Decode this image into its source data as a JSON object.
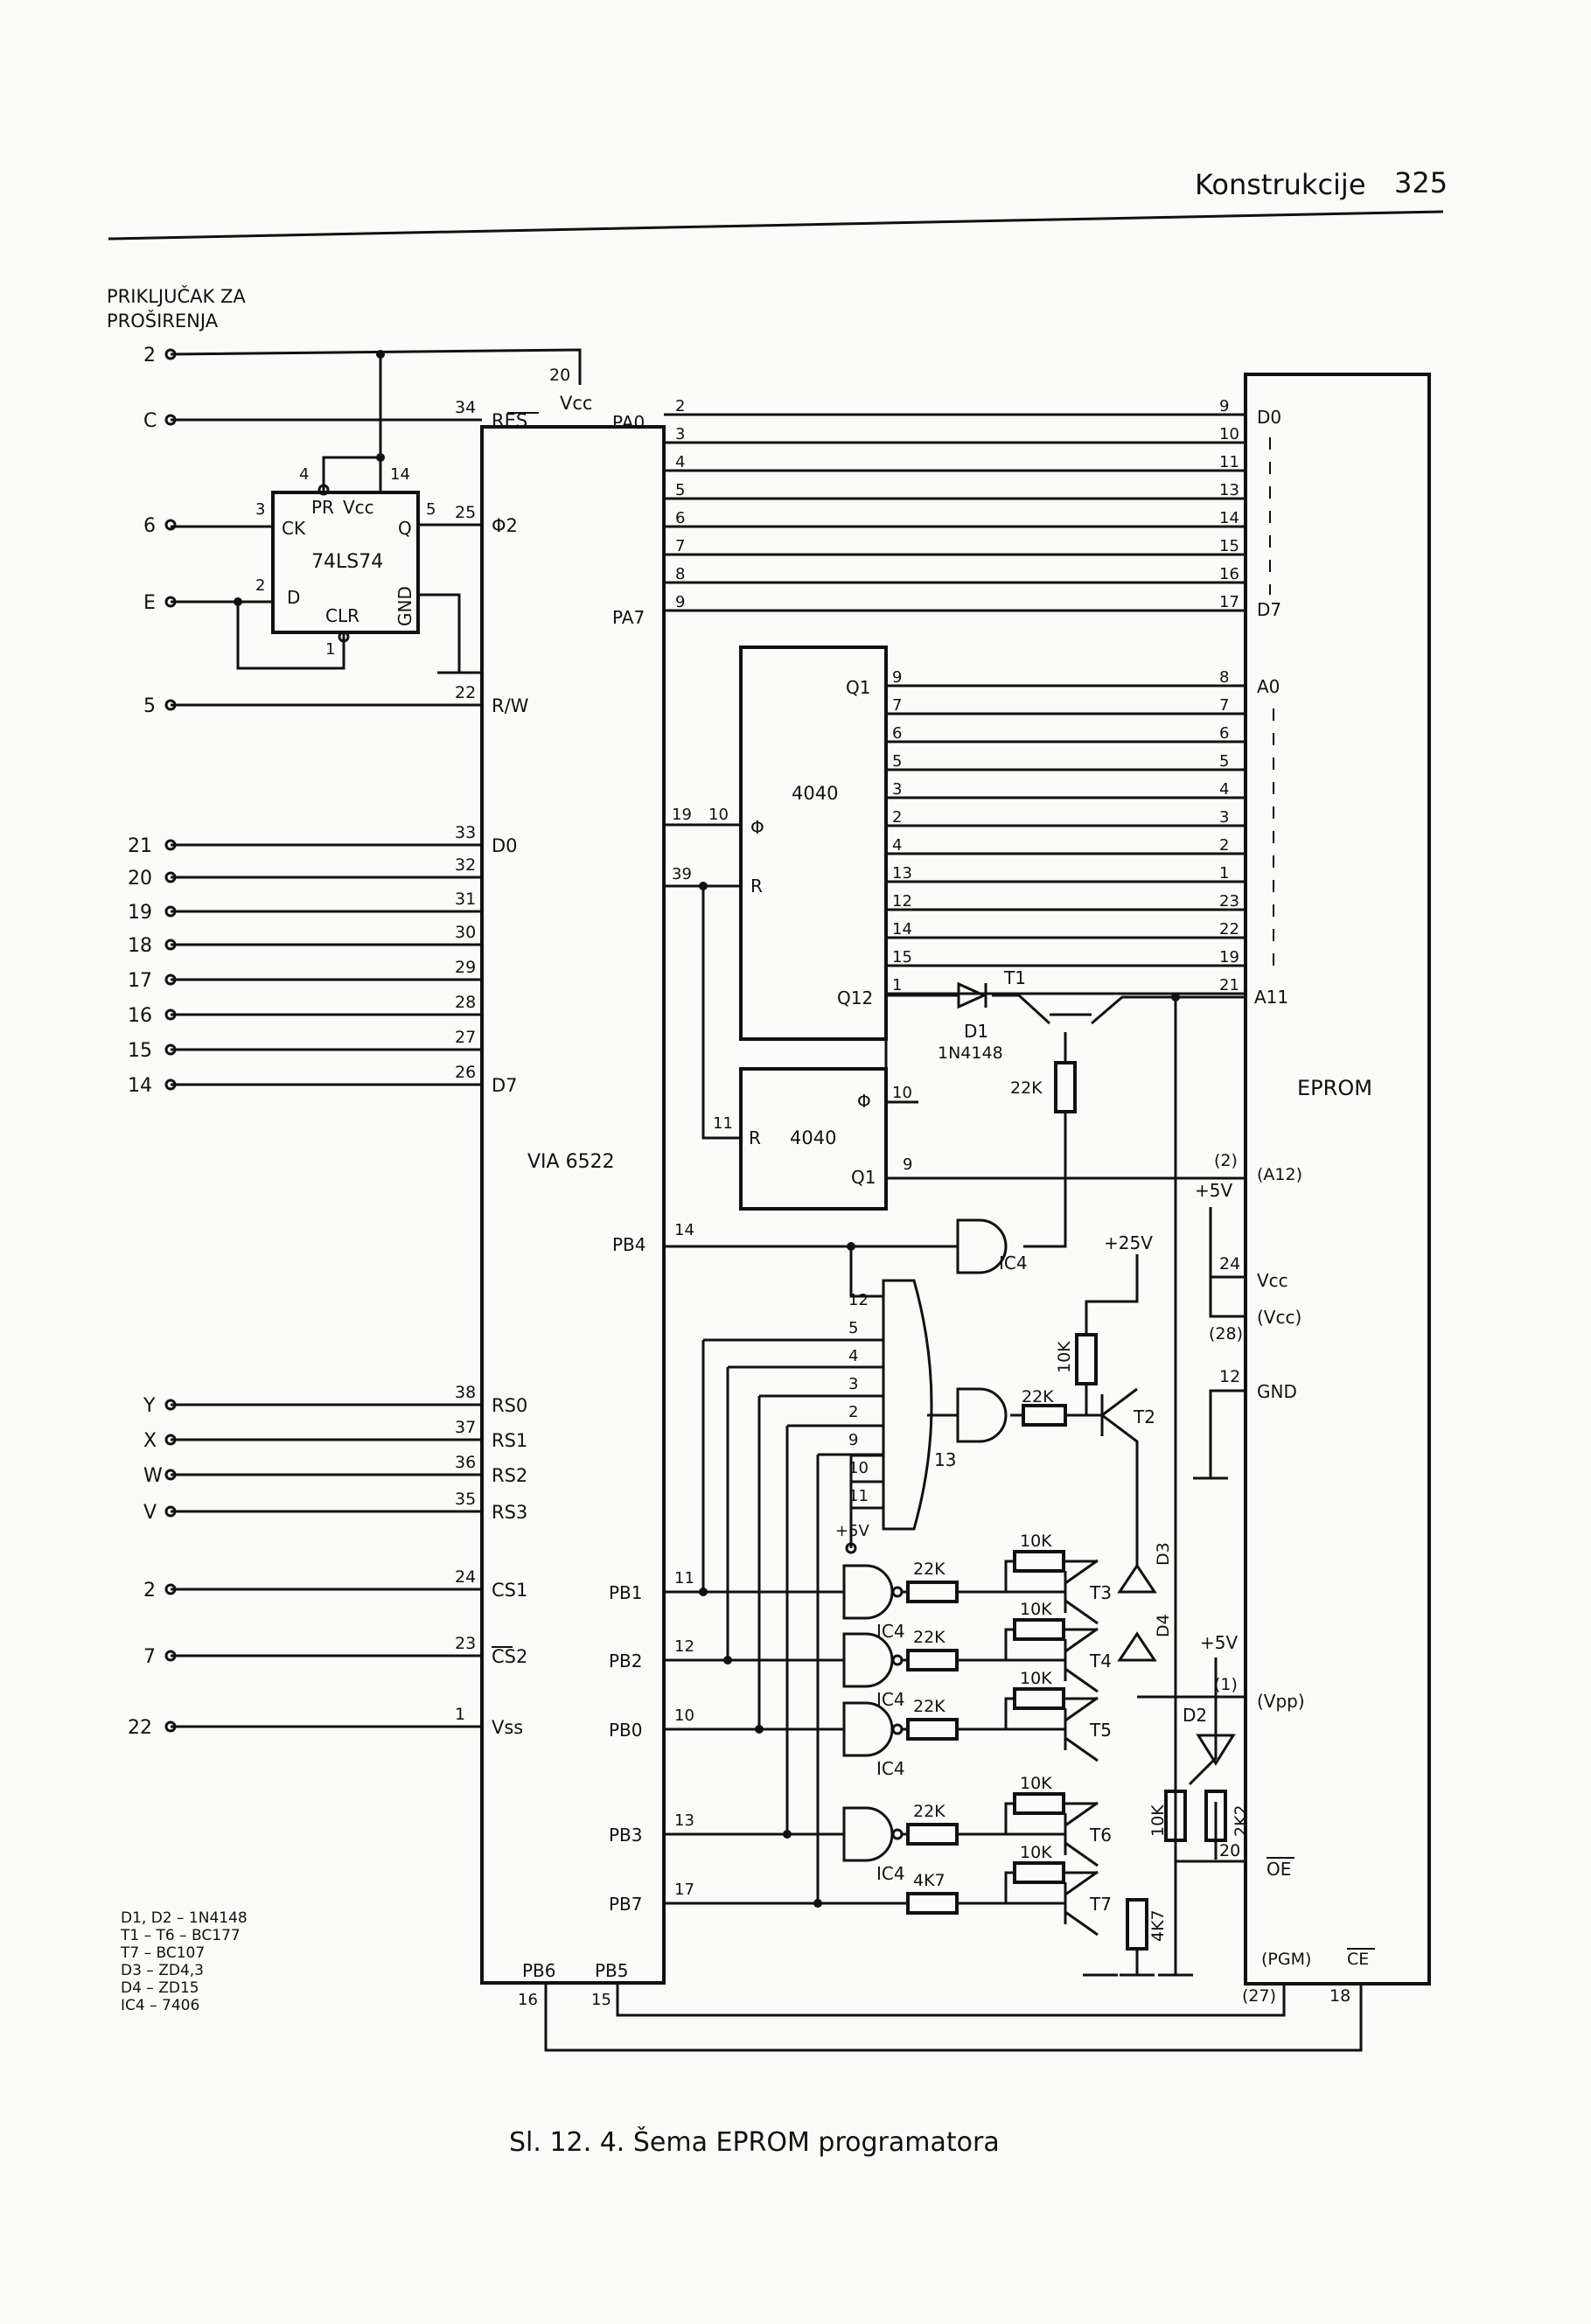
{
  "header": {
    "section": "Konstrukcije",
    "page_number": "325"
  },
  "caption": "Sl. 12. 4. Šema EPROM programatora",
  "diagram": {
    "connector_title": [
      "PRIKLJUČAK ZA",
      "PROŠIRENJA"
    ],
    "via": {
      "name": "VIA 6522",
      "left_pins": [
        {
          "ext": "2",
          "num": "20",
          "label": "Vcc"
        },
        {
          "ext": "C",
          "num": "34",
          "label": "RES"
        },
        {
          "ext": "6",
          "num": "25",
          "label": "Φ2"
        },
        {
          "ext": "E",
          "num": "",
          "label": ""
        },
        {
          "ext": "5",
          "num": "22",
          "label": "R/W"
        },
        {
          "ext": "21",
          "num": "33",
          "label": "D0"
        },
        {
          "ext": "20",
          "num": "32",
          "label": ""
        },
        {
          "ext": "19",
          "num": "31",
          "label": ""
        },
        {
          "ext": "18",
          "num": "30",
          "label": ""
        },
        {
          "ext": "17",
          "num": "29",
          "label": ""
        },
        {
          "ext": "16",
          "num": "28",
          "label": ""
        },
        {
          "ext": "15",
          "num": "27",
          "label": ""
        },
        {
          "ext": "14",
          "num": "26",
          "label": "D7"
        },
        {
          "ext": "Y",
          "num": "38",
          "label": "RS0"
        },
        {
          "ext": "X",
          "num": "37",
          "label": "RS1"
        },
        {
          "ext": "W",
          "num": "36",
          "label": "RS2"
        },
        {
          "ext": "V",
          "num": "35",
          "label": "RS3"
        },
        {
          "ext": "2",
          "num": "24",
          "label": "CS1"
        },
        {
          "ext": "7",
          "num": "23",
          "label": "CS2"
        },
        {
          "ext": "22",
          "num": "1",
          "label": "Vss"
        }
      ],
      "right_labels": [
        "PA0",
        "PA7",
        "PB4",
        "PB1",
        "PB2",
        "PB0",
        "PB3",
        "PB7",
        "PB6",
        "PB5"
      ],
      "pa_pins": [
        "2",
        "3",
        "4",
        "5",
        "6",
        "7",
        "8",
        "9"
      ],
      "pb_pins": {
        "PB4": "14",
        "PB1": "11",
        "PB2": "12",
        "PB0": "10",
        "PB3": "13",
        "PB7": "17",
        "PB6": "16",
        "PB5": "15"
      },
      "counter_pins": [
        "19",
        "10",
        "39"
      ]
    },
    "flipflop": {
      "name": "74LS74",
      "labels": [
        "PR",
        "Vcc",
        "CK",
        "Q",
        "D",
        "CLR",
        "GND"
      ],
      "pins": [
        "4",
        "14",
        "3",
        "5",
        "2",
        "1"
      ]
    },
    "counter1": {
      "name": "4040",
      "inputs": [
        "Φ",
        "R"
      ],
      "outputs_label": [
        "Q1",
        "Q12"
      ],
      "out_pins": [
        "9",
        "7",
        "6",
        "5",
        "3",
        "2",
        "4",
        "13",
        "12",
        "14",
        "15",
        "1"
      ]
    },
    "counter2": {
      "name": "4040",
      "inputs": [
        "Φ",
        "R"
      ],
      "outputs_label": [
        "Q1"
      ],
      "pins": [
        "11",
        "10",
        "9"
      ]
    },
    "eprom": {
      "name": "EPROM",
      "data_pins": [
        "9",
        "10",
        "11",
        "13",
        "14",
        "15",
        "16",
        "17"
      ],
      "data_labels": [
        "D0",
        "D7"
      ],
      "addr_pins": [
        "8",
        "7",
        "6",
        "5",
        "4",
        "3",
        "2",
        "1",
        "23",
        "22",
        "19",
        "21"
      ],
      "addr_labels": [
        "A0",
        "A11"
      ],
      "other": [
        {
          "num": "(2)",
          "label": "(A12)"
        },
        {
          "num": "24",
          "label": "Vcc"
        },
        {
          "num": "(28)",
          "label": "(Vcc)"
        },
        {
          "num": "12",
          "label": "GND"
        },
        {
          "num": "(1)",
          "label": "(Vpp)"
        },
        {
          "num": "20",
          "label": "OE"
        },
        {
          "num": "(27)",
          "label": "(PGM)"
        },
        {
          "num": "18",
          "label": "CE"
        }
      ]
    },
    "parts": {
      "T1": "T1",
      "T2": "T2",
      "T3": "T3",
      "T4": "T4",
      "T5": "T5",
      "T6": "T6",
      "T7": "T7",
      "D1": "D1",
      "D1_type": "1N4148",
      "D2": "D2",
      "D3": "D3",
      "D4": "D4",
      "IC4": "IC4",
      "R22K": "22K",
      "R10K": "10K",
      "R4K7": "4K7",
      "R2K2": "2K2",
      "plus25": "+25V",
      "plus5": "+5V",
      "gate13": "13",
      "nand_pins": [
        "12",
        "5",
        "4",
        "3",
        "2",
        "9",
        "10",
        "11"
      ]
    },
    "legend": [
      "D1, D2 – 1N4148",
      "T1 – T6 – BC177",
      "T7 – BC107",
      "D3 – ZD4,3",
      "D4 – ZD15",
      "IC4 – 7406"
    ]
  }
}
